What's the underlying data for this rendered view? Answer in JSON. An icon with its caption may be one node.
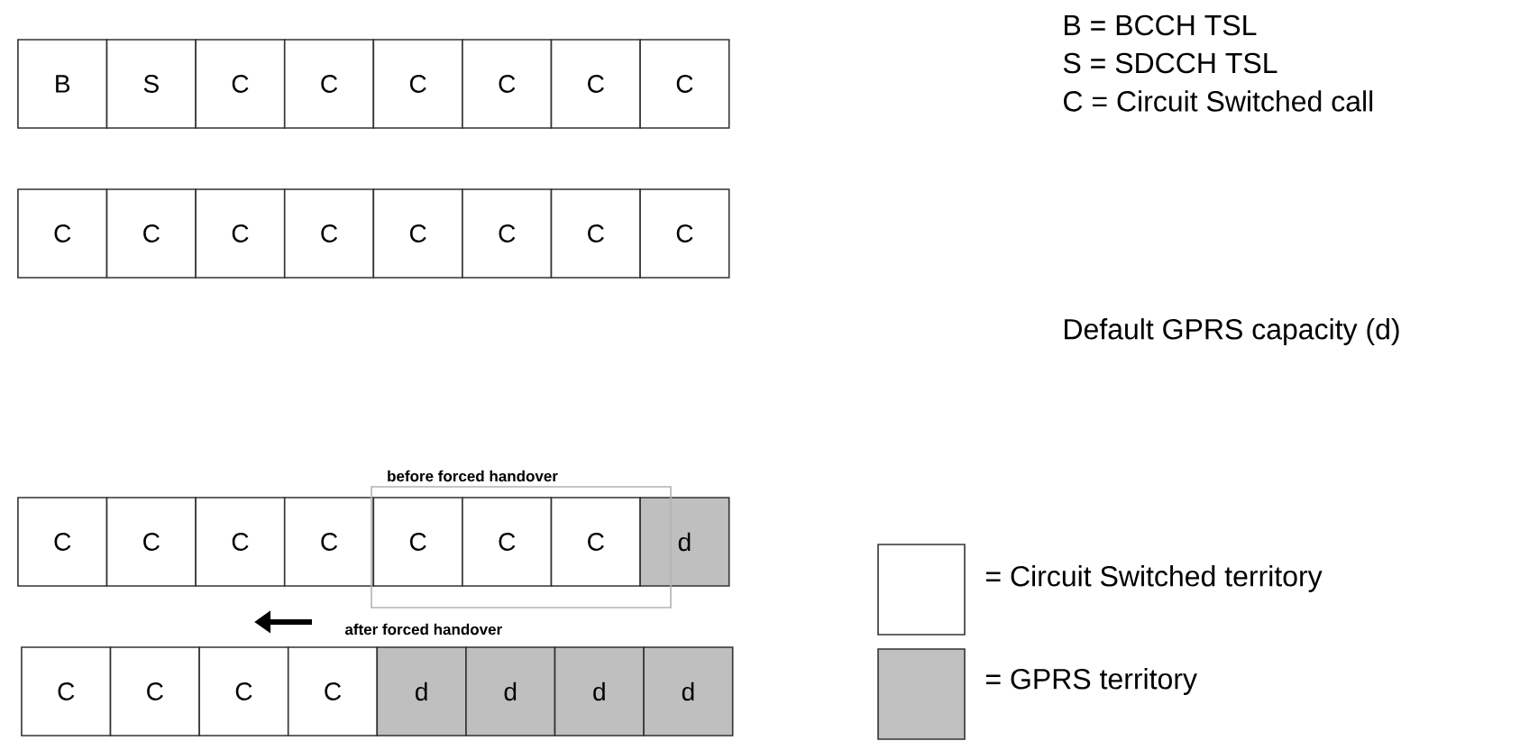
{
  "diagram": {
    "nodes": [
      {
        "text": [
          "B"
        ]
      },
      {
        "text": [
          "S"
        ]
      },
      {
        "text": [
          "C"
        ]
      },
      {
        "text": [
          "C"
        ]
      },
      {
        "text": [
          "C"
        ]
      },
      {
        "text": [
          "C"
        ]
      },
      {
        "text": [
          "C"
        ]
      },
      {
        "text": [
          "C"
        ]
      },
      {
        "text": [
          "C"
        ]
      },
      {
        "text": [
          "C"
        ]
      },
      {
        "text": [
          "C"
        ]
      },
      {
        "text": [
          "C"
        ]
      },
      {
        "text": [
          "C"
        ]
      },
      {
        "text": [
          "C"
        ]
      },
      {
        "text": [
          "C"
        ]
      },
      {
        "text": [
          "C"
        ]
      },
      {
        "text": [
          "C"
        ]
      },
      {
        "text": [
          "C"
        ]
      },
      {
        "text": [
          "C"
        ]
      },
      {
        "text": [
          "C"
        ]
      },
      {
        "text": [
          "C"
        ]
      },
      {
        "text": [
          "C"
        ]
      },
      {
        "text": [
          "C"
        ]
      },
      {
        "text": [
          "d"
        ]
      },
      {
        "text": [
          "C"
        ]
      },
      {
        "text": [
          "C"
        ]
      },
      {
        "text": [
          "C"
        ]
      },
      {
        "text": [
          "C"
        ]
      },
      {
        "text": [
          "d"
        ]
      },
      {
        "text": [
          "d"
        ]
      },
      {
        "text": [
          "d"
        ]
      },
      {
        "text": [
          "d"
        ]
      }
    ],
    "labels": [
      "B = BCCH TSL",
      "S = SDCCH TSL",
      "C = Circuit Switched call",
      "Default GPRS capacity (d)",
      "before forced handover",
      "after forced handover"
    ],
    "legend": [
      {
        "text": "= Circuit Switched territory"
      },
      {
        "text": "= GPRS territory",
        "color": "#c0c0c0"
      }
    ]
  }
}
